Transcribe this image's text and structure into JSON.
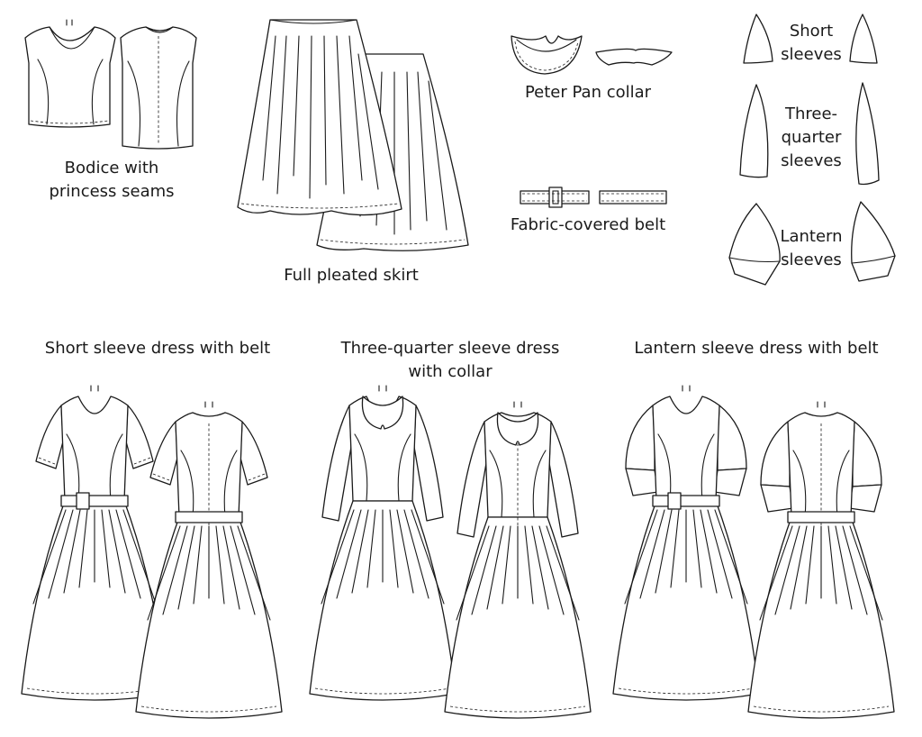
{
  "components": {
    "bodice": "Bodice with\nprincess seams",
    "skirt": "Full pleated skirt",
    "collar": "Peter Pan collar",
    "belt": "Fabric-covered belt",
    "short_sleeves": "Short\nsleeves",
    "three_quarter_sleeves": "Three-\nquarter\nsleeves",
    "lantern_sleeves": "Lantern\nsleeves"
  },
  "dresses": [
    {
      "title": "Short sleeve dress with belt",
      "sleeve": "short",
      "belt": true,
      "collar": false
    },
    {
      "title": "Three-quarter sleeve dress\nwith collar",
      "sleeve": "threequarter",
      "belt": false,
      "collar": true
    },
    {
      "title": "Lantern sleeve dress with belt",
      "sleeve": "lantern",
      "belt": true,
      "collar": false
    }
  ],
  "colors": {
    "line": "#1a1a1a",
    "fill": "#ffffff"
  }
}
